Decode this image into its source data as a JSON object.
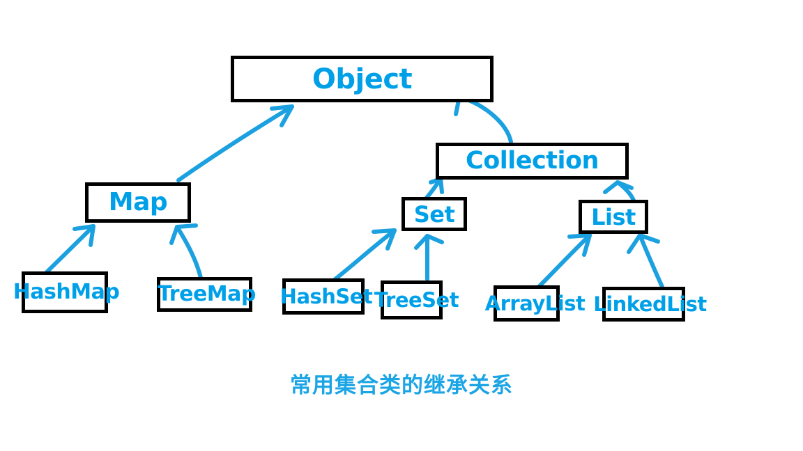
{
  "diagram": {
    "caption": "常用集合类的继承关系",
    "colors": {
      "node_border": "#000000",
      "node_fill": "#ffffff",
      "label_blue": "#00A0E8",
      "arrow_blue": "#1BA0E0",
      "caption_blue": "#1BA5E5",
      "background": "#ffffff"
    },
    "nodes": [
      {
        "id": "object",
        "label": "Object"
      },
      {
        "id": "collection",
        "label": "Collection"
      },
      {
        "id": "map",
        "label": "Map"
      },
      {
        "id": "set",
        "label": "Set"
      },
      {
        "id": "list",
        "label": "List"
      },
      {
        "id": "hashmap",
        "label": "HashMap"
      },
      {
        "id": "treemap",
        "label": "TreeMap"
      },
      {
        "id": "hashset",
        "label": "HashSet"
      },
      {
        "id": "treeset",
        "label": "TreeSet"
      },
      {
        "id": "arraylist",
        "label": "ArrayList"
      },
      {
        "id": "linkedlist",
        "label": "LinkedList"
      }
    ],
    "edges": [
      {
        "from": "map",
        "to": "object",
        "relation": "extends"
      },
      {
        "from": "collection",
        "to": "object",
        "relation": "extends"
      },
      {
        "from": "set",
        "to": "collection",
        "relation": "extends"
      },
      {
        "from": "list",
        "to": "collection",
        "relation": "extends"
      },
      {
        "from": "hashmap",
        "to": "map",
        "relation": "implements"
      },
      {
        "from": "treemap",
        "to": "map",
        "relation": "implements"
      },
      {
        "from": "hashset",
        "to": "set",
        "relation": "implements"
      },
      {
        "from": "treeset",
        "to": "set",
        "relation": "implements"
      },
      {
        "from": "arraylist",
        "to": "list",
        "relation": "implements"
      },
      {
        "from": "linkedlist",
        "to": "list",
        "relation": "implements"
      }
    ]
  }
}
